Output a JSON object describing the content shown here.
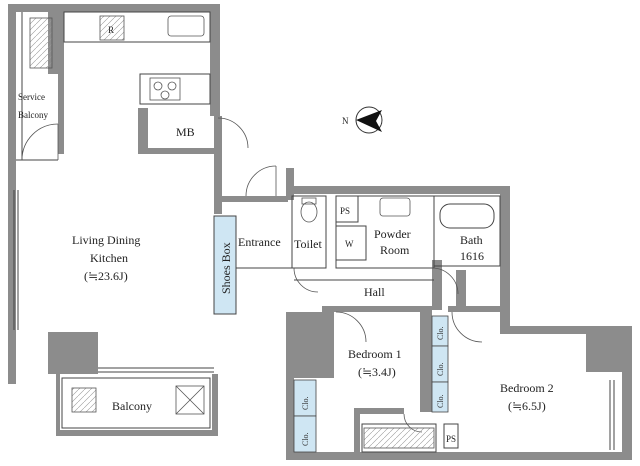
{
  "rooms": {
    "service_balcony_line1": "Service",
    "service_balcony_line2": "Balcony",
    "mb": "MB",
    "ldk_line1": "Living Dining",
    "ldk_line2": "Kitchen",
    "ldk_area": "(≒23.6J)",
    "shoes_box": "Shoes Box",
    "entrance": "Entrance",
    "toilet": "Toilet",
    "ps_top": "PS",
    "w": "W",
    "powder_line1": "Powder",
    "powder_line2": "Room",
    "bath_line1": "Bath",
    "bath_line2": "1616",
    "hall": "Hall",
    "bedroom1": "Bedroom 1",
    "bedroom1_area": "(≒3.4J)",
    "bedroom2": "Bedroom 2",
    "bedroom2_area": "(≒6.5J)",
    "balcony": "Balcony",
    "ps_bottom": "PS",
    "fridge": "R",
    "clo": "Clo."
  },
  "compass": {
    "label": "N"
  },
  "colors": {
    "wall": "#8c8c8c",
    "wall_dark": "#7a7a7a",
    "closet": "#cfe6f3",
    "line": "#444444"
  }
}
